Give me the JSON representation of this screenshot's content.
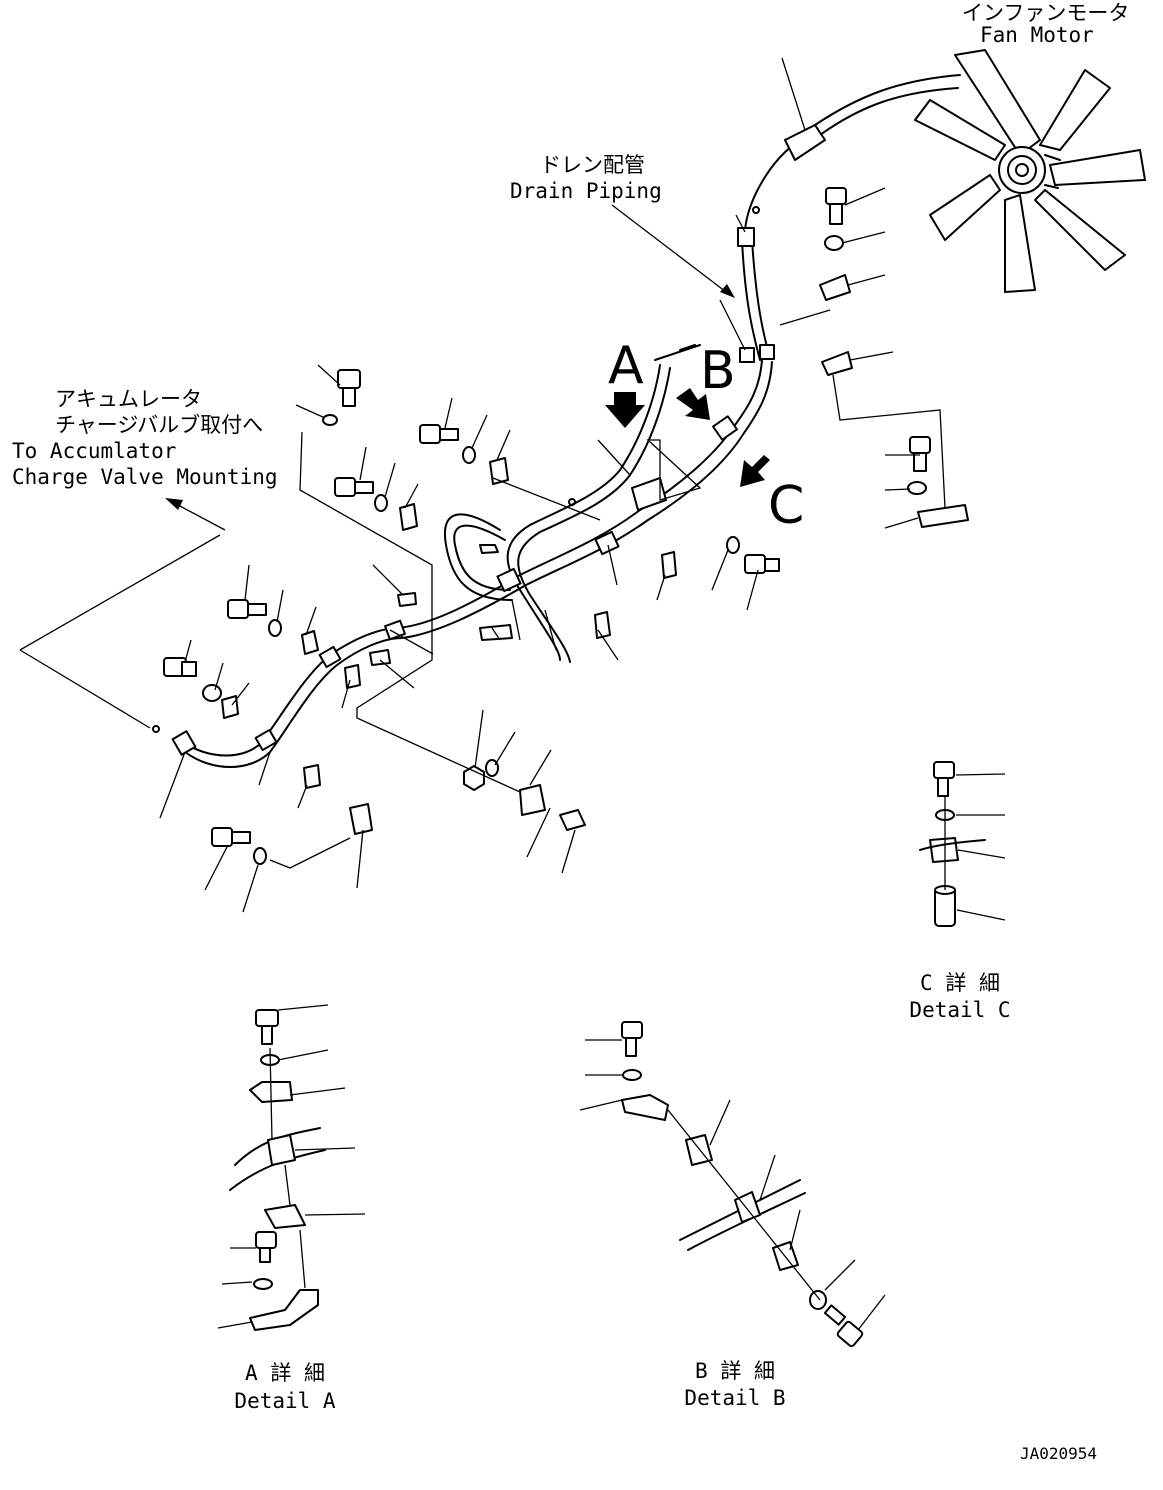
{
  "labels": {
    "fan_motor_jp": "インファンモータ",
    "fan_motor_en": "Fan Motor",
    "drain_jp": "ドレン配管",
    "drain_en": "Drain Piping",
    "accum_jp_1": "アキュムレータ",
    "accum_jp_2": "チャージバルブ取付へ",
    "accum_en_1": "To Accumlator",
    "accum_en_2": "Charge Valve Mounting",
    "view_a": "A",
    "view_b": "B",
    "view_c": "C",
    "detail_a_jp": "A 詳 細",
    "detail_a_en": "Detail A",
    "detail_b_jp": "B 詳 細",
    "detail_b_en": "Detail B",
    "detail_c_jp": "C 詳 細",
    "detail_c_en": "Detail C",
    "drawing_code": "JA020954"
  }
}
